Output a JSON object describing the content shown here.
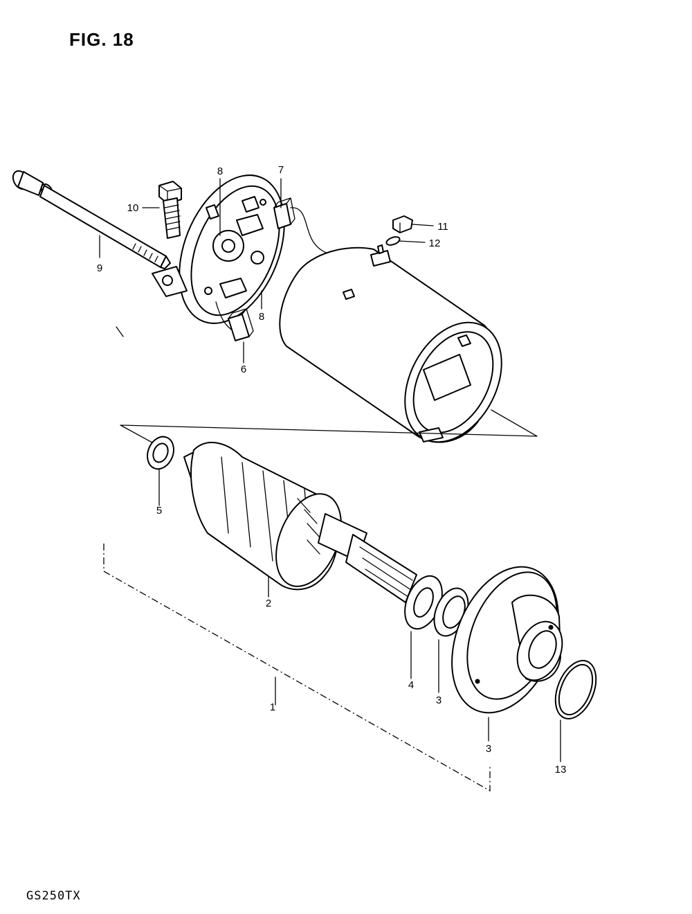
{
  "figure": {
    "title": "FIG. 18",
    "model_code": "GS250TX"
  },
  "callouts": [
    {
      "id": "c1",
      "label": "1"
    },
    {
      "id": "c2",
      "label": "2"
    },
    {
      "id": "c3a",
      "label": "3"
    },
    {
      "id": "c3b",
      "label": "3"
    },
    {
      "id": "c4",
      "label": "4"
    },
    {
      "id": "c5",
      "label": "5"
    },
    {
      "id": "c6",
      "label": "6"
    },
    {
      "id": "c7",
      "label": "7"
    },
    {
      "id": "c8a",
      "label": "8"
    },
    {
      "id": "c8b",
      "label": "8"
    },
    {
      "id": "c9",
      "label": "9"
    },
    {
      "id": "c10",
      "label": "10"
    },
    {
      "id": "c11",
      "label": "11"
    },
    {
      "id": "c12",
      "label": "12"
    },
    {
      "id": "c13",
      "label": "13"
    }
  ]
}
